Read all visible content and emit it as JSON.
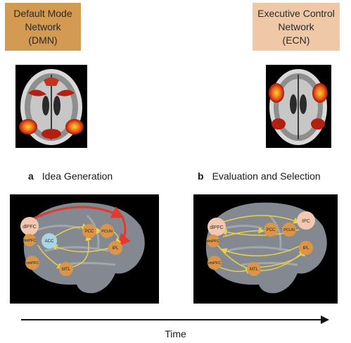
{
  "networks": {
    "dmn": {
      "line1": "Default Mode",
      "line2": "Network",
      "line3": "(DMN)",
      "color": "#d39a52"
    },
    "ecn": {
      "line1": "Executive Control",
      "line2": "Network",
      "line3": "(ECN)",
      "color": "#efc8a8"
    }
  },
  "panels": {
    "a": {
      "letter": "a",
      "title": "Idea Generation"
    },
    "b": {
      "letter": "b",
      "title": "Evaluation and Selection"
    }
  },
  "nodes": {
    "dlpfc": "dlPFC",
    "dmpfc": "dmPFC",
    "acc": "ACC",
    "vmpfc": "vmPFC",
    "mtl": "MTL",
    "pcc": "PCC",
    "pcun": "PCUN",
    "ipl": "IPL",
    "ipc": "IPC"
  },
  "colors": {
    "dmn_node": "#d9964a",
    "ecn_node": "#f2c9b0",
    "acc_node": "#a9d6e3",
    "dmn_arrow": "#e8d24a",
    "ecn_arrow": "#e23b2e"
  },
  "axis": {
    "label": "Time"
  }
}
